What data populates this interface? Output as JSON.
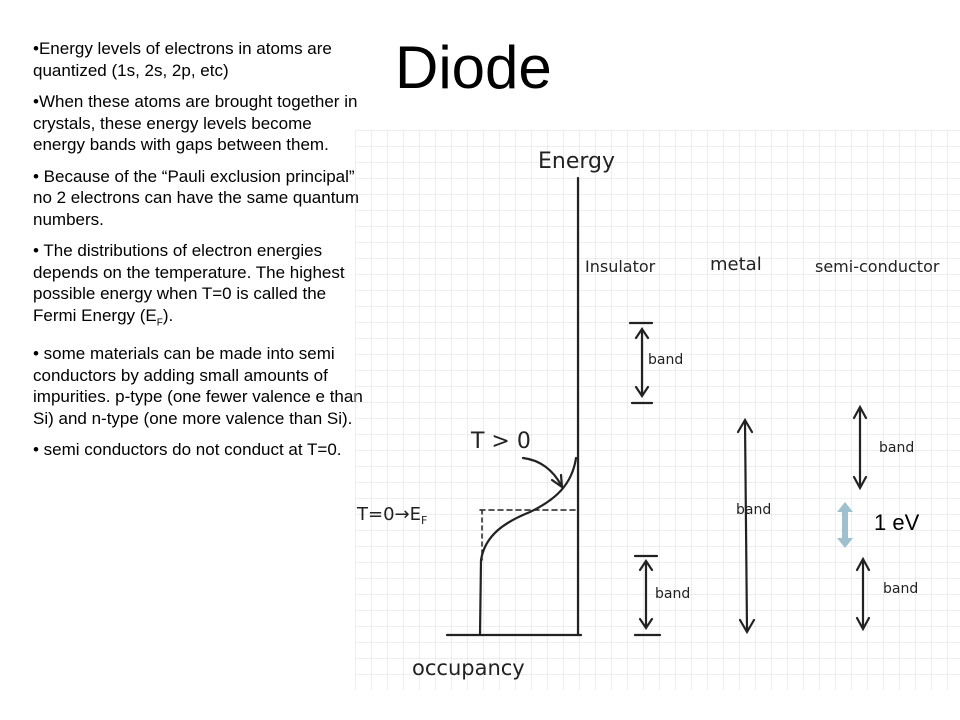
{
  "slide": {
    "title": "Diode",
    "bullets": [
      {
        "text": "•Energy levels of electrons in atoms are quantized (1s, 2s, 2p, etc)"
      },
      {
        "text": "•When these atoms are brought together in crystals, these energy levels become energy bands with gaps between them."
      },
      {
        "text": "• Because of the “Pauli exclusion principal” no 2 electrons can have the same quantum numbers."
      },
      {
        "text": "• The distributions of electron energies depends on the temperature. The highest possible energy when T=0 is called the Fermi Energy (E",
        "sub": "F",
        "after": ")."
      },
      {
        "text": "• some materials can be made into semi conductors by adding small amounts of impurities.  p-type (one fewer valence e than Si) and n-type (one more valence than Si)."
      },
      {
        "text": "• semi conductors do not conduct at T=0."
      }
    ]
  },
  "diagram": {
    "y_axis_label": "Energy",
    "x_axis_label": "occupancy",
    "materials": [
      "Insulator",
      "metal",
      "semi-conductor"
    ],
    "band_label": "band",
    "temp_label_hot": "T > 0",
    "temp_label_zero": "T=0→E",
    "fermi_sub": "F",
    "gap_label": "1 eV"
  },
  "colors": {
    "ink": "#222222",
    "grid": "#dcdcdc",
    "gap_arrow": "#9fc0cf"
  }
}
